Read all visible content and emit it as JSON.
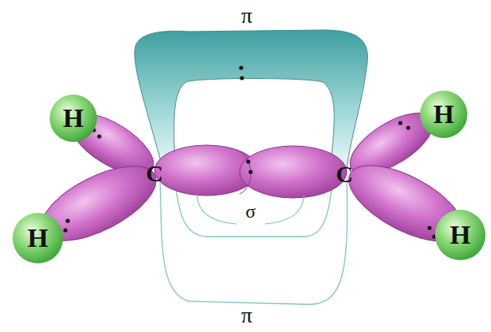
{
  "diagram": {
    "nodes": [
      {
        "text": [
          "H"
        ]
      },
      {
        "text": [
          "H"
        ]
      },
      {
        "text": [
          "H"
        ]
      },
      {
        "text": [
          "H"
        ]
      }
    ],
    "labels": [
      "π",
      "C",
      "σ",
      "C",
      "π"
    ]
  }
}
